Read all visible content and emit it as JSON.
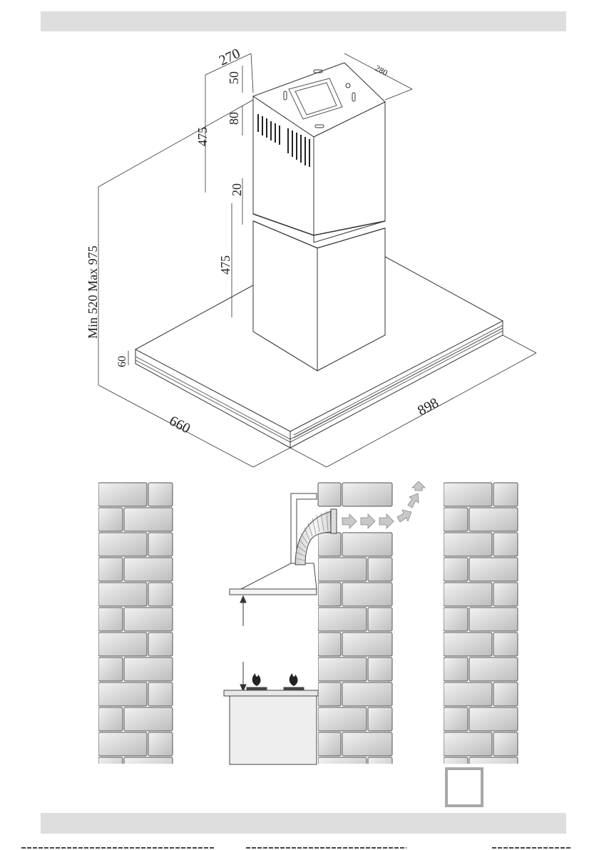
{
  "dimensions": {
    "top_depth": "270",
    "top_width": "280",
    "vent_offset": "50",
    "vent_height": "80",
    "upper_chimney": "475",
    "overlap": "20",
    "lower_chimney": "475",
    "total_height": "Min 520 Max 975",
    "canopy_thickness": "60",
    "canopy_depth": "660",
    "canopy_width": "898"
  },
  "colors": {
    "header_bar": "#dedede",
    "brick_light": "#f2f2f2",
    "brick_dark": "#bdbdbd",
    "arrow_fill": "#c8c8c8",
    "page_box_border": "#a8a8a8"
  },
  "icons": [
    "flame-icon",
    "airflow-arrow-icon"
  ]
}
